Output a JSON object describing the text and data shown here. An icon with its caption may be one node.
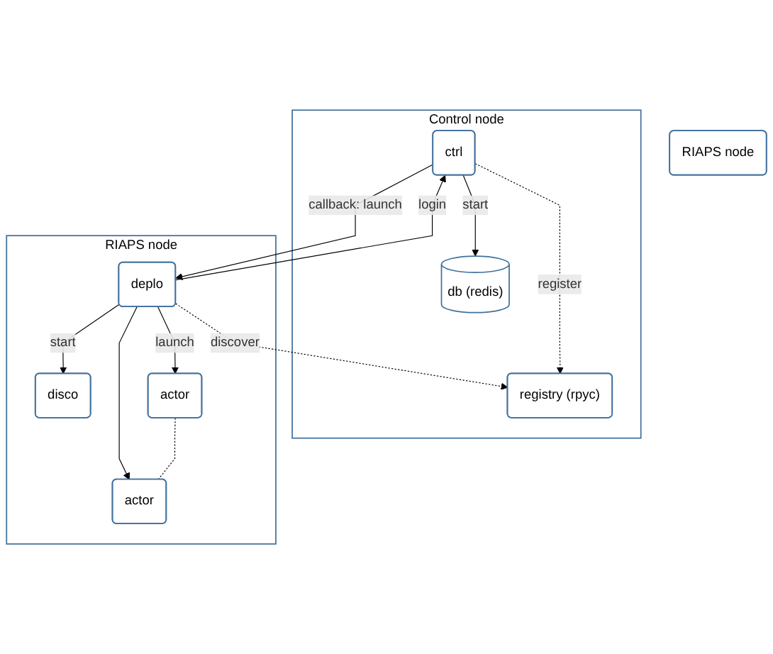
{
  "diagram": {
    "nodes": [
      {
        "text": [
          "Control node"
        ]
      },
      {
        "text": [
          "ctrl"
        ],
        "in": 0
      },
      {
        "text": [
          "db (redis)"
        ],
        "in": 0
      },
      {
        "text": [
          "registry (rpyc)"
        ],
        "in": 0
      },
      {
        "text": [
          "RIAPS node"
        ]
      },
      {
        "text": [
          "RIAPS node"
        ]
      },
      {
        "text": [
          "deplo"
        ],
        "in": 5
      },
      {
        "text": [
          "disco"
        ],
        "in": 5
      },
      {
        "text": [
          "actor"
        ],
        "in": 5
      },
      {
        "text": [
          "actor"
        ],
        "in": 5
      }
    ],
    "edges": [
      {
        "from": 1,
        "to": 3,
        "arrow": "to",
        "label": "register",
        "style": "dashed"
      },
      {
        "from": 1,
        "to": 2,
        "arrow": "to",
        "label": "start"
      },
      {
        "from": 6,
        "to": 3,
        "arrow": "to",
        "label": "discover",
        "style": "dashed"
      },
      {
        "from": 1,
        "to": 6,
        "arrow": "to",
        "label": "callback: launch"
      },
      {
        "from": 6,
        "to": 1,
        "arrow": "to",
        "label": "login"
      },
      {
        "from": 6,
        "to": 7,
        "arrow": "to",
        "label": "start"
      },
      {
        "from": 6,
        "to": 8,
        "arrow": "to",
        "label": "launch"
      },
      {
        "from": 6,
        "to": 9,
        "arrow": "to"
      },
      {
        "from": 8,
        "to": 9,
        "arrow": "none",
        "style": "dashed"
      }
    ]
  }
}
